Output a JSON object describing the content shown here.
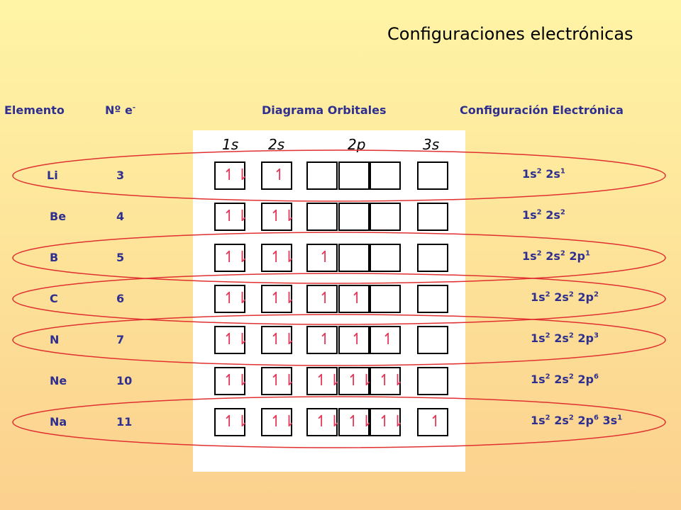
{
  "title": "Configuraciones electrónicas",
  "headers": {
    "element": "Elemento",
    "electrons": "Nº e",
    "electrons_sup": "-",
    "diagram": "Diagrama Orbitales",
    "config": "Configuración Electrónica"
  },
  "orbital_labels": [
    "1s",
    "2s",
    "2p",
    "3s"
  ],
  "colors": {
    "text": "#2f2f8f",
    "arrow": "#e23a5a",
    "oval": "#e03030"
  },
  "rows": [
    {
      "element": "Li",
      "electrons": "3",
      "orbitals": [
        "↿⇂",
        "↿",
        "",
        "",
        "",
        ""
      ],
      "config": [
        {
          "b": "1s",
          "e": "2"
        },
        {
          "b": "2s",
          "e": "1"
        }
      ],
      "circled": true
    },
    {
      "element": "Be",
      "electrons": "4",
      "orbitals": [
        "↿⇂",
        "↿⇂",
        "",
        "",
        "",
        ""
      ],
      "config": [
        {
          "b": "1s",
          "e": "2"
        },
        {
          "b": "2s",
          "e": "2"
        }
      ],
      "circled": false
    },
    {
      "element": "B",
      "electrons": "5",
      "orbitals": [
        "↿⇂",
        "↿⇂",
        "↿",
        "",
        "",
        ""
      ],
      "config": [
        {
          "b": "1s",
          "e": "2"
        },
        {
          "b": "2s",
          "e": "2"
        },
        {
          "b": "2p",
          "e": "1"
        }
      ],
      "circled": true
    },
    {
      "element": "C",
      "electrons": "6",
      "orbitals": [
        "↿⇂",
        "↿⇂",
        "↿",
        "↿",
        "",
        ""
      ],
      "config": [
        {
          "b": "1s",
          "e": "2"
        },
        {
          "b": "2s",
          "e": "2"
        },
        {
          "b": "2p",
          "e": "2"
        }
      ],
      "circled": true
    },
    {
      "element": "N",
      "electrons": "7",
      "orbitals": [
        "↿⇂",
        "↿⇂",
        "↿",
        "↿",
        "↿",
        ""
      ],
      "config": [
        {
          "b": "1s",
          "e": "2"
        },
        {
          "b": "2s",
          "e": "2"
        },
        {
          "b": "2p",
          "e": "3"
        }
      ],
      "circled": true
    },
    {
      "element": "Ne",
      "electrons": "10",
      "orbitals": [
        "↿⇂",
        "↿⇂",
        "↿⇂",
        "↿⇂",
        "↿⇂",
        ""
      ],
      "config": [
        {
          "b": "1s",
          "e": "2"
        },
        {
          "b": "2s",
          "e": "2"
        },
        {
          "b": "2p",
          "e": "6"
        }
      ],
      "circled": false
    },
    {
      "element": "Na",
      "electrons": "11",
      "orbitals": [
        "↿⇂",
        "↿⇂",
        "↿⇂",
        "↿⇂",
        "↿⇂",
        "↿"
      ],
      "config": [
        {
          "b": "1s",
          "e": "2"
        },
        {
          "b": "2s",
          "e": "2"
        },
        {
          "b": "2p",
          "e": "6"
        },
        {
          "b": "3s",
          "e": "1"
        }
      ],
      "circled": true
    }
  ]
}
